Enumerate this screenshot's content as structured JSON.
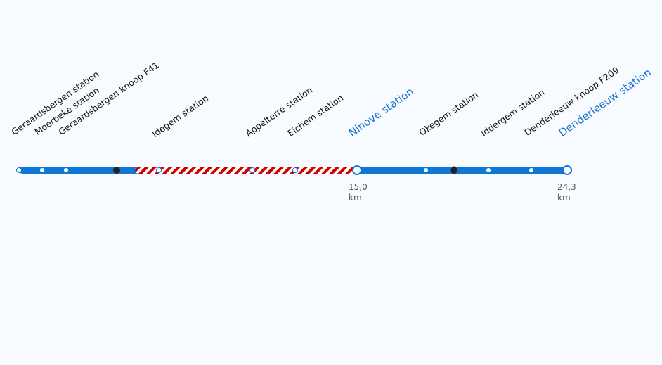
{
  "route": {
    "stops": [
      {
        "name": "Geraardsbergen station"
      },
      {
        "name": "Moerbeke station"
      },
      {
        "name": "Geraardsbergen knoop F41"
      },
      {
        "name": "Idegem station"
      },
      {
        "name": "Appelterre station"
      },
      {
        "name": "Eichem station"
      },
      {
        "name": "Ninove station"
      },
      {
        "name": "Okegem station"
      },
      {
        "name": "Iddergem station"
      },
      {
        "name": "Denderleeuw knoop F209"
      },
      {
        "name": "Denderleeuw station"
      }
    ],
    "distance_markers": [
      {
        "value": "15,0",
        "unit": "km"
      },
      {
        "value": "24,3",
        "unit": "km"
      }
    ],
    "colors": {
      "line": "#0f77d4",
      "disrupted": "#d40000",
      "major_label": "#1a72d0"
    }
  }
}
